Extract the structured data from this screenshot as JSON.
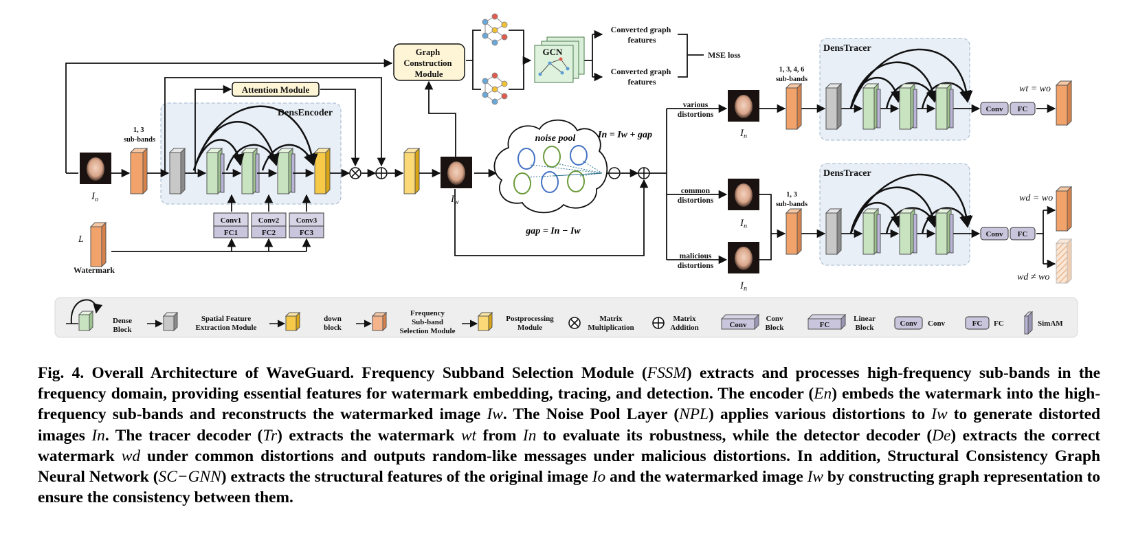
{
  "figure": {
    "labels": {
      "io": "I",
      "io_sub": "o",
      "iw": "I",
      "iw_sub": "w",
      "in": "I",
      "in_sub": "n",
      "subbands_13": [
        "1, 3",
        "sub-bands"
      ],
      "subbands_1346": [
        "1, 3, 4, 6",
        "sub-bands"
      ],
      "subbands_13b": [
        "1, 3",
        "sub-bands"
      ],
      "watermark_L": "L",
      "watermark": "Watermark",
      "attention_module": "Attention Module",
      "dens_encoder": "DensEncoder",
      "dens_tracer_top": "DensTracer",
      "dens_tracer_bottom": "DensTracer",
      "graph_construction": [
        "Graph",
        "Construction",
        "Module"
      ],
      "gcn": "GCN",
      "converted_1": [
        "Converted graph",
        "features"
      ],
      "converted_2": [
        "Converted graph",
        "features"
      ],
      "mse_loss": "MSE loss",
      "noise_pool": "noise pool",
      "in_eq": "In = Iw + gap",
      "gap_eq": "gap = In − Iw",
      "various": [
        "various",
        "distortions"
      ],
      "common": [
        "common",
        "distortions"
      ],
      "malicious": [
        "malicious",
        "distortions"
      ],
      "conv_blocks": [
        [
          "Conv1",
          "FC1"
        ],
        [
          "Conv2",
          "FC2"
        ],
        [
          "Conv3",
          "FC3"
        ]
      ],
      "conv": "Conv",
      "fc": "FC",
      "wt_eq": "wt = wo",
      "wd_eq": "wd = wo",
      "wd_neq": "wd ≠ wo"
    },
    "legend": [
      {
        "text": [
          "Dense",
          "Block"
        ]
      },
      {
        "text": [
          "Spatial Feature",
          "Extraction Module"
        ]
      },
      {
        "text": [
          "down",
          "block"
        ]
      },
      {
        "text": [
          "Frequency",
          "Sub-band",
          "Selection Module"
        ]
      },
      {
        "text": [
          "Postprocessing",
          "Module"
        ]
      },
      {
        "text": [
          "Matrix",
          "Multiplication"
        ]
      },
      {
        "text": [
          "Matrix",
          "Addition"
        ]
      },
      {
        "text": [
          "Conv",
          "Block"
        ]
      },
      {
        "text": [
          "Linear",
          "Block"
        ]
      },
      {
        "text": [
          "Conv"
        ]
      },
      {
        "text": [
          "FC"
        ]
      },
      {
        "text": [
          "SimAM"
        ]
      }
    ],
    "colors": {
      "green": "#c7e3bf",
      "gray": "#c8c8c8",
      "yellow": "#f7c948",
      "orange": "#f2a36b",
      "panel": "#e8eff7",
      "legend_bg": "#eeeeee"
    }
  },
  "caption": {
    "p1": "Fig. 4. Overall Architecture of WaveGuard. Frequency Subband Selection Module (",
    "m1": "FSSM",
    "p2": ") extracts and processes high-frequency sub-bands in the frequency domain, providing essential features for watermark embedding, tracing, and detection. The encoder (",
    "m2": "En",
    "p3": ") embeds the watermark into the high-frequency sub-bands and reconstructs the watermarked image ",
    "m3": "Iw",
    "p4": ". The Noise Pool Layer (",
    "m4": "NPL",
    "p5": ") applies various distortions to ",
    "m5": "Iw",
    "p6": " to generate distorted images ",
    "m6": "In",
    "p7": ". The tracer decoder (",
    "m7": "Tr",
    "p8": ") extracts the watermark ",
    "m8": "wt",
    "p9": " from ",
    "m9": "In",
    "p10": " to evaluate its robustness, while the detector decoder (",
    "m10": "De",
    "p11": ") extracts the correct watermark ",
    "m11": "wd",
    "p12": " under common distortions and outputs random-like messages under malicious distortions. In addition, Structural Consistency Graph Neural Network (",
    "m12": "SC−GNN",
    "p13": ") extracts the structural features of the original image ",
    "m13": "Io",
    "p14": " and the watermarked image ",
    "m14": "Iw",
    "p15": " by constructing graph representation to ensure the consistency between them."
  }
}
